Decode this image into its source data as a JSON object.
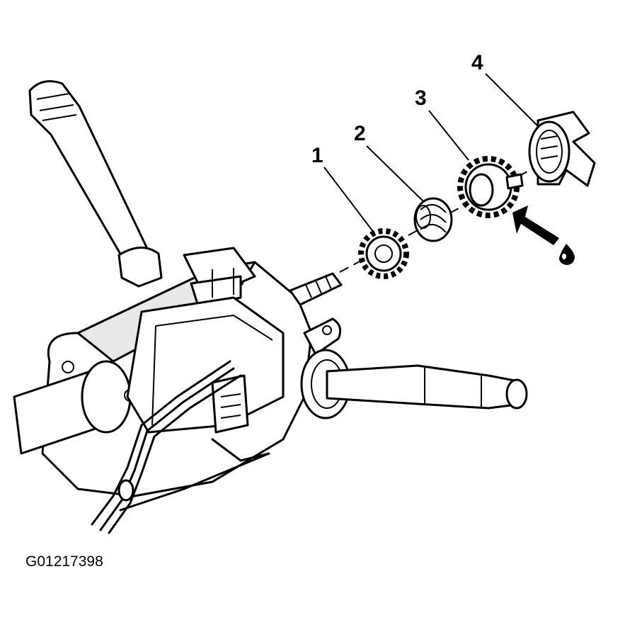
{
  "diagram": {
    "callouts": [
      {
        "id": "1",
        "label": "1"
      },
      {
        "id": "2",
        "label": "2"
      },
      {
        "id": "3",
        "label": "3"
      },
      {
        "id": "4",
        "label": "4"
      }
    ],
    "figure_id": "G01217398",
    "icons": [
      "grease-drop-icon",
      "arrow-icon"
    ]
  }
}
